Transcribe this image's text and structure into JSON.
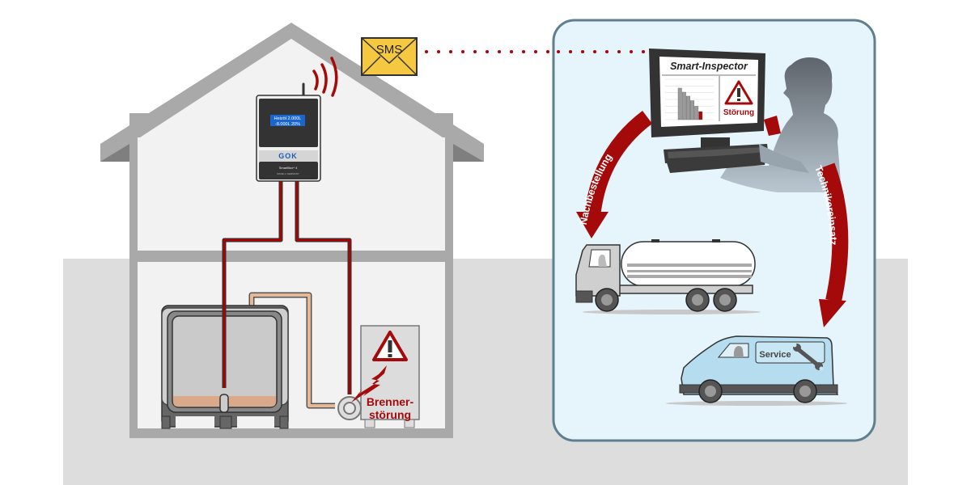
{
  "diagram": {
    "title": "SmartBox remote tank monitoring workflow",
    "colors": {
      "accent_red": "#a50a0a",
      "sms_yellow": "#f5c842",
      "panel_bg": "#e6f4fc",
      "panel_border": "#5f7f90",
      "ground": "#dddddd",
      "house_wall": "#a9a9a9",
      "oil": "#d9a98a",
      "screen_blue": "#1a66cc",
      "gok_blue": "#1a5fb4"
    },
    "device": {
      "display_line1": "Heizöl 2.000L",
      "display_line2": "-8.000L   20%",
      "brand": "GOK",
      "model": "SmartBox⁴ 4",
      "made_in": "MADE in GERMANY"
    },
    "sms": {
      "label": "SMS"
    },
    "burner": {
      "label_line1": "Brenner-",
      "label_line2": "störung"
    },
    "inspector": {
      "title": "Smart-Inspector",
      "alert_label": "Störung",
      "chart_bars": [
        0.78,
        0.68,
        0.58,
        0.47,
        0.33,
        0.2
      ]
    },
    "arrows": {
      "left_label": "Nachbestellung",
      "right_label": "Technikereinsatz"
    },
    "van": {
      "label": "Service"
    }
  }
}
